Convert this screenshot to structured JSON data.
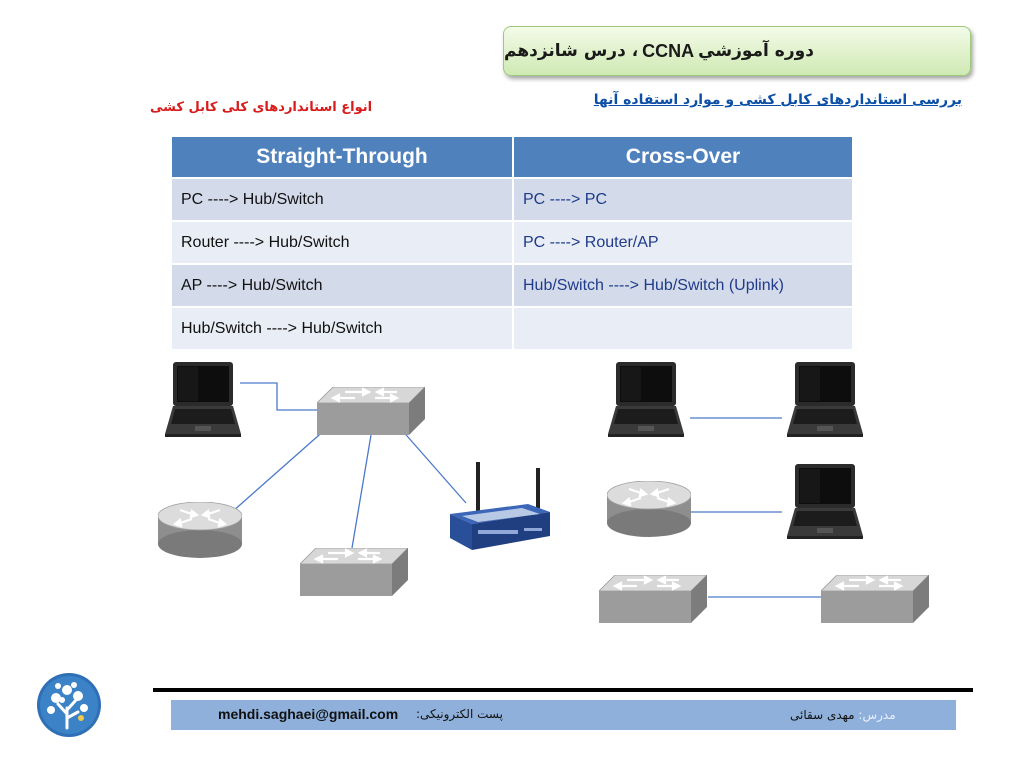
{
  "header": {
    "title_fa": "دوره آموزشي",
    "title_en": "CCNA",
    "title_rest": "، درس شانزدهم"
  },
  "subtitle_link": "بررسی استانداردهای کابل کشی و موارد استفاده آنها",
  "red_label": "انواع استانداردهای کلی کابل کشی",
  "table": {
    "headers": [
      "Straight-Through",
      "Cross-Over"
    ],
    "rows": [
      [
        "PC ----> Hub/Switch",
        "PC ----> PC"
      ],
      [
        "Router ----> Hub/Switch",
        "PC ----> Router/AP"
      ],
      [
        "AP ----> Hub/Switch",
        "Hub/Switch ----> Hub/Switch (Uplink)"
      ],
      [
        "Hub/Switch ----> Hub/Switch",
        ""
      ]
    ]
  },
  "diagrams": {
    "straight_through_devices": [
      "laptop-icon",
      "switch-icon",
      "router-icon",
      "switch-icon",
      "wireless-ap-icon"
    ],
    "cross_over_pairs": [
      [
        "laptop-icon",
        "laptop-icon"
      ],
      [
        "router-icon",
        "laptop-icon"
      ],
      [
        "switch-icon",
        "switch-icon"
      ]
    ]
  },
  "footer": {
    "email": "mehdi.saghaei@gmail.com",
    "email_label": "پست الکترونیکی:",
    "teacher_label": "مدرس:",
    "teacher_name": "مهدی سقائی"
  },
  "colors": {
    "table_header": "#4f81bd",
    "link": "#0b4fa6",
    "red": "#d81b1b",
    "footer_bar": "#8eb0da"
  }
}
